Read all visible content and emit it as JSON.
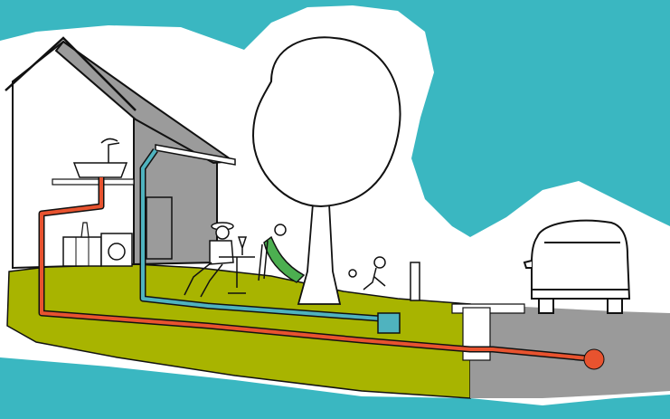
{
  "illustration": {
    "colors": {
      "background": "#3ab7c1",
      "paper": "#ffffff",
      "lawn": "#a8b400",
      "road": "#9a9a9a",
      "roof": "#9b9b9b",
      "wastewater_pipe": "#e8532f",
      "rainwater_pipe": "#4fb3bf",
      "outline": "#111111"
    },
    "elements": {
      "house": "house-cutaway",
      "kitchen_sink": "sink-icon",
      "washing_machine": "washing-machine-icon",
      "kitchen_cabinet": "cabinet-icon",
      "roof_gutter": "gutter-icon",
      "downpipe": "rainwater-downpipe",
      "drain_pipe": "wastewater-pipe",
      "soakaway": "soakaway-icon",
      "street_sewer": "sewer-main-icon",
      "car": "car-icon",
      "tree": "tree-icon",
      "person_sitting": "person-sitting-icon",
      "child_running": "child-running-icon",
      "slide": "slide-icon",
      "fence_post": "post-icon"
    }
  }
}
